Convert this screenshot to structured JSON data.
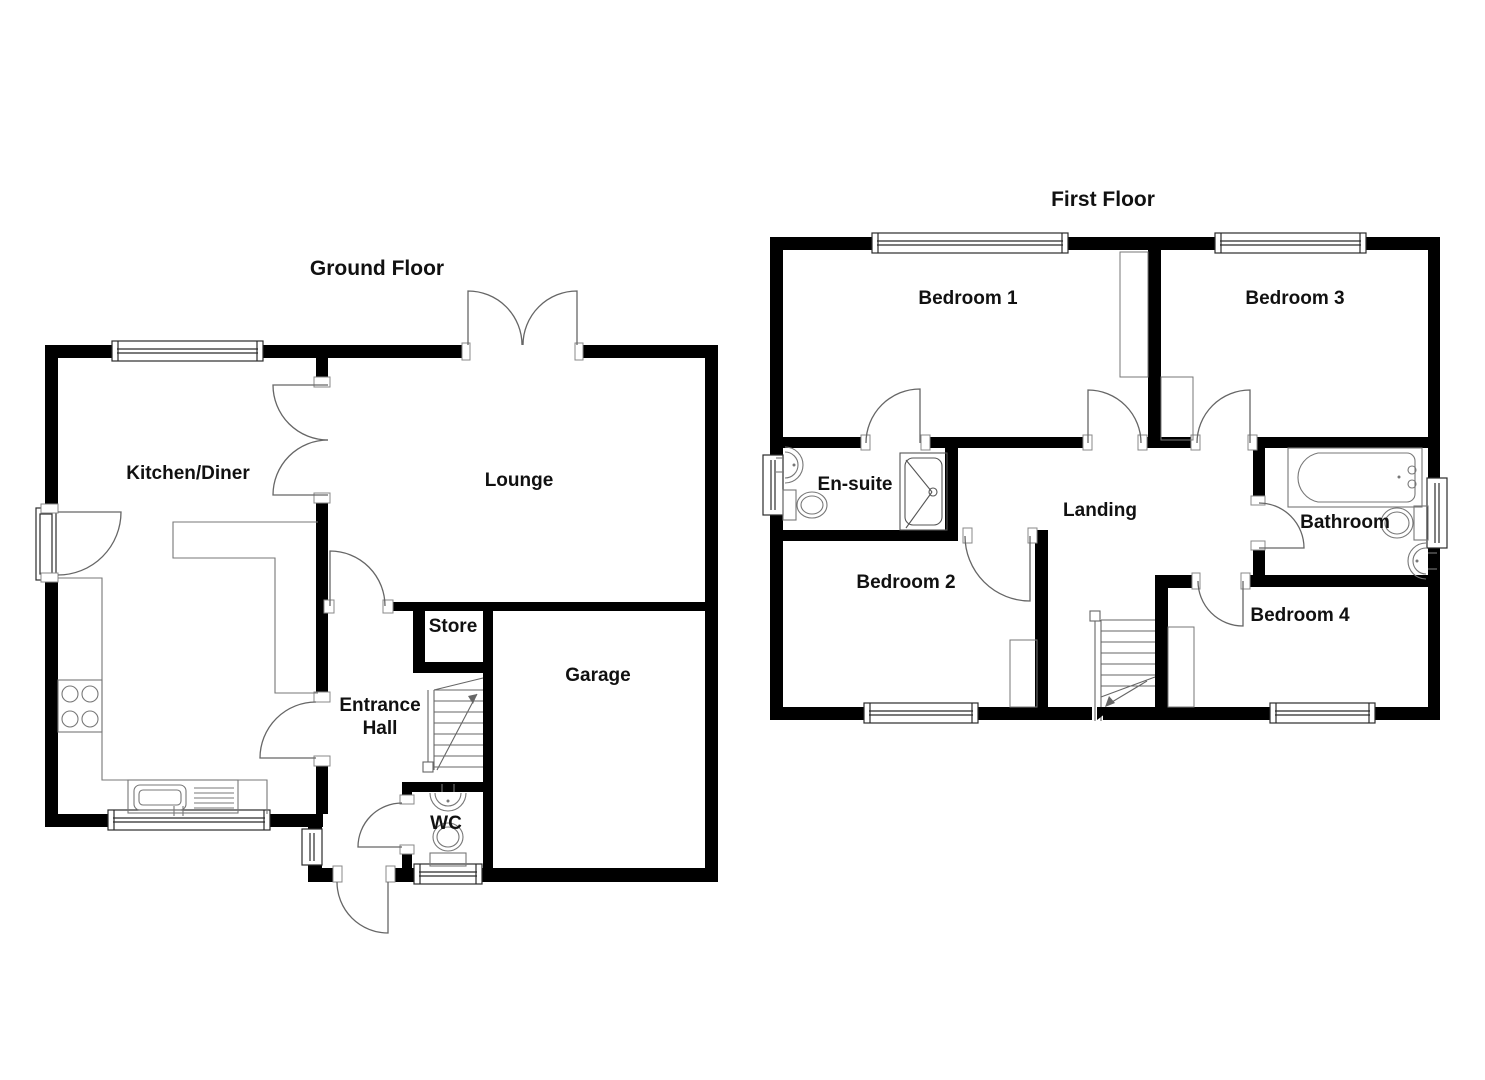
{
  "ground_floor": {
    "title": "Ground Floor",
    "rooms": {
      "kitchen_diner": "Kitchen/Diner",
      "lounge": "Lounge",
      "store": "Store",
      "entrance_hall_line1": "Entrance",
      "entrance_hall_line2": "Hall",
      "garage": "Garage",
      "wc": "WC"
    }
  },
  "first_floor": {
    "title": "First Floor",
    "rooms": {
      "bedroom1": "Bedroom 1",
      "bedroom3": "Bedroom 3",
      "ensuite": "En-suite",
      "landing": "Landing",
      "bathroom": "Bathroom",
      "bedroom2": "Bedroom 2",
      "bedroom4": "Bedroom 4"
    }
  },
  "colors": {
    "background": "#ffffff",
    "wall": "#000000",
    "door_line": "#666666",
    "window_line": "#2b2b2b",
    "fixture_line": "#777777",
    "sill_line": "#888888",
    "text": "#111111"
  }
}
